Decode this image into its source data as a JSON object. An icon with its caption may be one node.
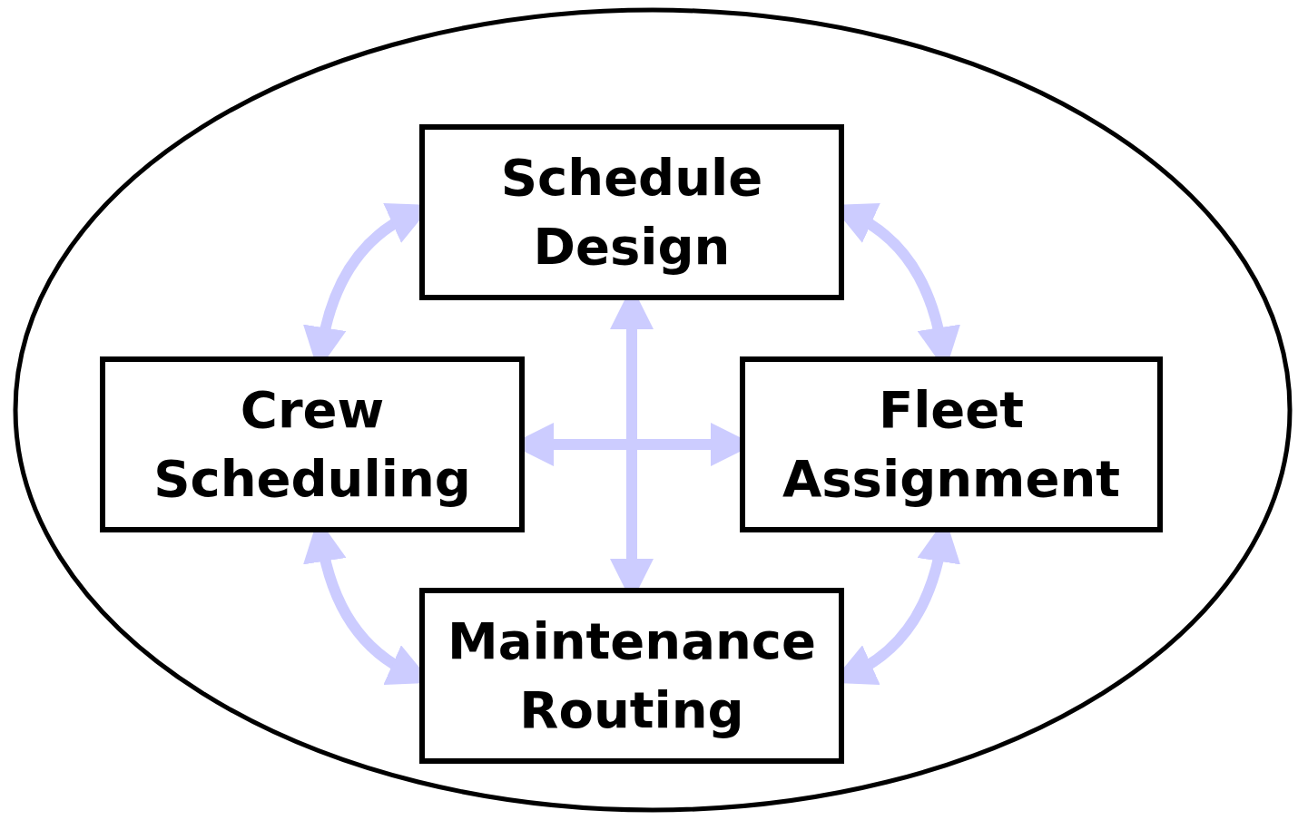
{
  "diagram": {
    "nodes": [
      {
        "text": [],
        "shape": "ellipse"
      },
      {
        "text": [
          "Schedule Design"
        ],
        "in": 0
      },
      {
        "text": [
          "Crew Scheduling"
        ],
        "in": 0
      },
      {
        "text": [
          "Fleet Assignment"
        ],
        "in": 0
      },
      {
        "text": [
          "Maintenance Routing"
        ],
        "in": 0
      }
    ],
    "edges": [
      {
        "from": 1,
        "to": 2,
        "arrow": "both"
      },
      {
        "from": 1,
        "to": 3,
        "arrow": "both"
      },
      {
        "from": 2,
        "to": 4,
        "arrow": "both"
      },
      {
        "from": 3,
        "to": 4,
        "arrow": "both"
      },
      {
        "from": 1,
        "to": 4,
        "arrow": "both"
      },
      {
        "from": 2,
        "to": 3,
        "arrow": "both"
      }
    ]
  }
}
